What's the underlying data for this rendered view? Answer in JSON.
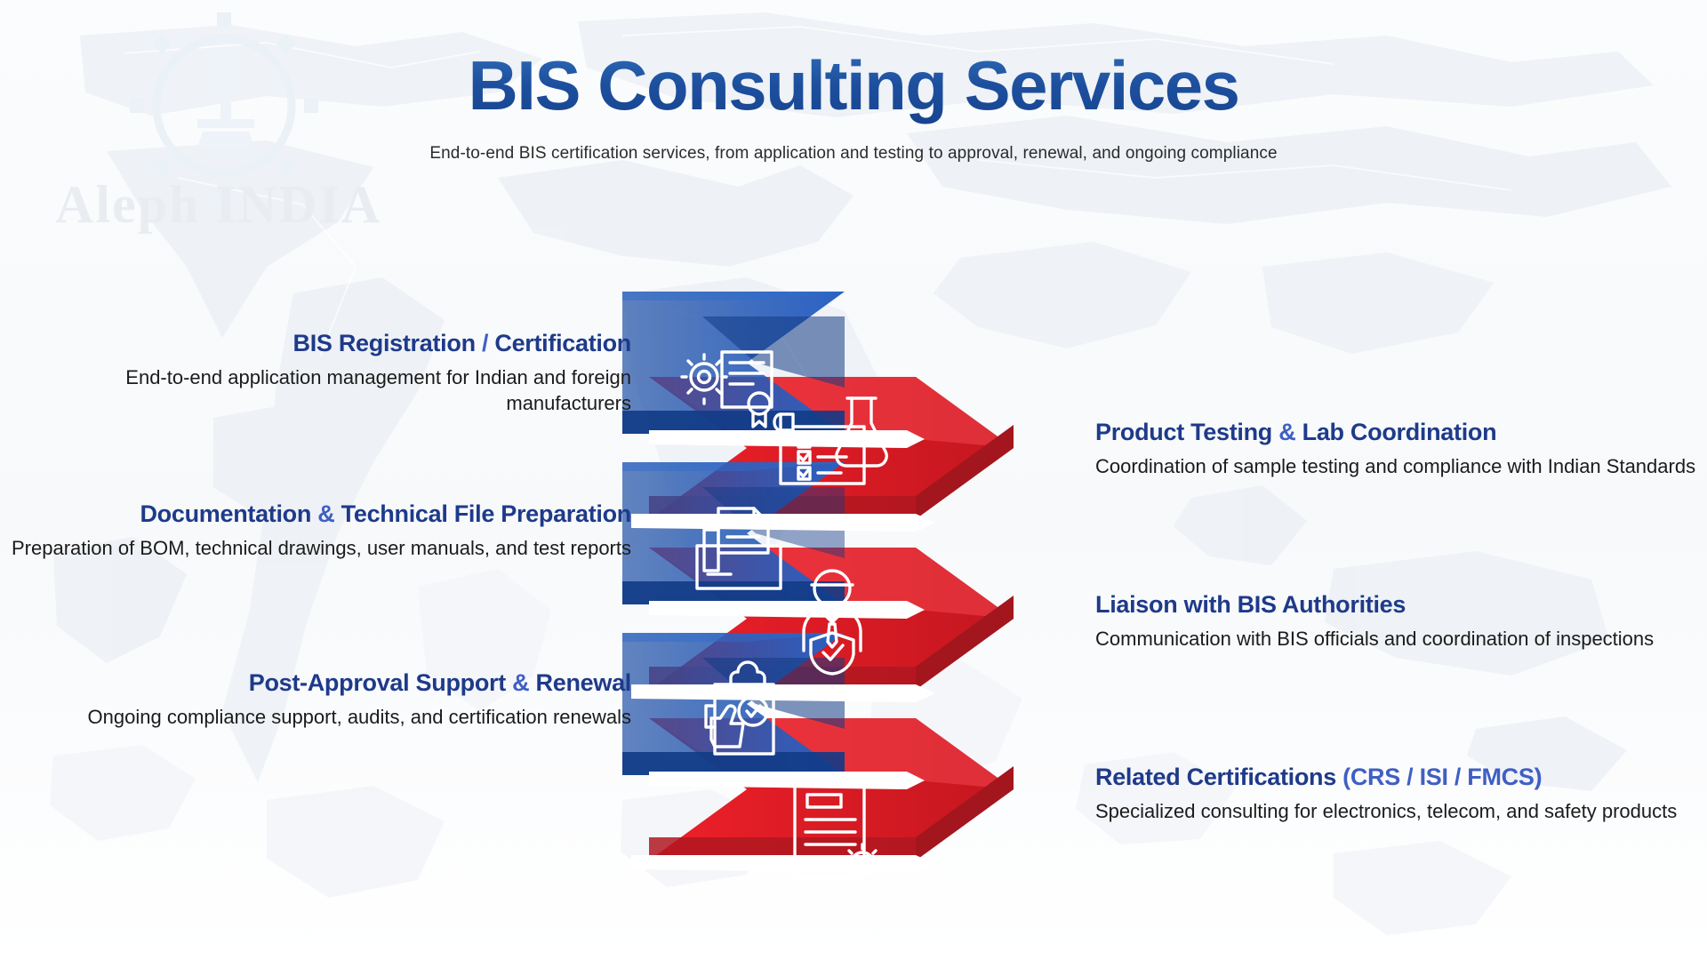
{
  "header": {
    "title": "BIS Consulting Services",
    "subtitle": "End-to-end BIS certification services, from application and testing to approval, renewal, and ongoing compliance"
  },
  "watermark": {
    "brand": "Aleph INDIA",
    "logo_icon": "gear-microscope-logo-icon"
  },
  "colors": {
    "title_blue": "#1d4f9e",
    "heading_navy": "#1e3a8a",
    "heading_accent": "#3f5fc4",
    "chevron_blue_front": "#1b4fa8",
    "chevron_blue_top": "#2a62c4",
    "chevron_blue_side": "#12377a",
    "chevron_red_front": "#e8202a",
    "chevron_red_top": "#f0323c",
    "chevron_red_side": "#a81820",
    "connector_white": "#ffffff",
    "background": "#ffffff"
  },
  "left_items": [
    {
      "title_main": "BIS Registration ",
      "title_accent": "/",
      "title_tail": " Certification",
      "desc": "End-to-end application management for Indian and foreign manufacturers",
      "icon": "certificate-gear-icon"
    },
    {
      "title_main": "Documentation ",
      "title_accent": "&",
      "title_tail": " Technical File Preparation",
      "desc": "Preparation of BOM, technical drawings, user manuals, and test reports",
      "icon": "folder-document-icon"
    },
    {
      "title_main": "Post-Approval Support ",
      "title_accent": "&",
      "title_tail": " Renewal",
      "desc": "Ongoing compliance support, audits, and certification renewals",
      "icon": "clipboard-thumbsup-check-icon"
    }
  ],
  "right_items": [
    {
      "title_main": "Product Testing ",
      "title_accent": "&",
      "title_tail": " Lab Coordination",
      "desc": "Coordination of sample testing and compliance with Indian Standards",
      "icon": "checklist-flask-icon"
    },
    {
      "title_main": "Liaison with BIS Authorities",
      "title_accent": "",
      "title_tail": "",
      "desc": "Communication with BIS officials and coordination of inspections",
      "icon": "officer-shield-check-icon"
    },
    {
      "title_main": "Related Certifications ",
      "title_accent": "(CRS / ISI / FMCS)",
      "title_tail": "",
      "desc": "Specialized consulting for electronics, telecom, and safety products",
      "icon": "certificate-seal-icon"
    }
  ]
}
